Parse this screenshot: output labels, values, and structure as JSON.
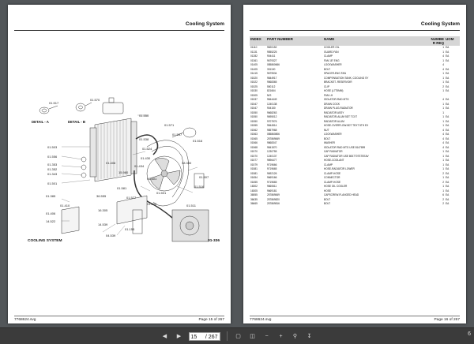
{
  "left_page": {
    "title": "Cooling System",
    "caption": "COOLING SYSTEM",
    "code": "01-336",
    "footer_left": "7768624.svg",
    "footer_right": "Page 15 of 267",
    "detail_a": "DETAIL - A",
    "detail_b": "DETAIL - B",
    "callouts": [
      "01.517",
      "01.570",
      "01.550",
      "01.503",
      "01.556",
      "01.353",
      "01.352",
      "01.343",
      "01.501",
      "01.571",
      "01.537",
      "01.538",
      "01.524",
      "01.406",
      "15.980",
      "01.581",
      "01.430",
      "01.434",
      "38.350",
      "01.516",
      "01.601",
      "36.555",
      "01.410",
      "01.501",
      "01.577",
      "01.579",
      "16.305",
      "14.539",
      "01.155",
      "04.539",
      "01.385",
      "01.406",
      "14.522",
      "01.511",
      "01.516",
      "01.507"
    ]
  },
  "right_page": {
    "title": "Cooling System",
    "footer_left": "7768624.svg",
    "footer_right": "Page 16 of 267",
    "columns": {
      "index": "INDEX",
      "part": "PART NUMBER",
      "name": "NAME",
      "qty": "NUMBE R REQ",
      "uom": "UOM"
    },
    "rows": [
      [
        "01110",
        "9820152",
        "COOLER OIL",
        "1",
        "EA"
      ],
      [
        "01131",
        "9555225",
        "GUARD FAN",
        "1",
        "EA"
      ],
      [
        "01282",
        "904411",
        "CLAMP",
        "4",
        "EA"
      ],
      [
        "01361",
        "9679327",
        "FAN 18\" ENG",
        "1",
        "EA"
      ],
      [
        "01405",
        "085860666",
        "LOCKWASHER",
        "4",
        ""
      ],
      [
        "01405",
        "331100",
        "BOLT",
        "4",
        "EA"
      ],
      [
        "01415",
        "9679534",
        "SPACER-ENG FAN",
        "1",
        "EA"
      ],
      [
        "01520",
        "9844917",
        "COMPENSATION TANK, COOLING SY",
        "1",
        "EA"
      ],
      [
        "01522",
        "9568365",
        "BRACKET- RESERVOIR",
        "1",
        "EA"
      ],
      [
        "01525",
        "550112",
        "CLIP",
        "2",
        "EA"
      ],
      [
        "01530",
        "821664",
        "HOSE (L775MM)",
        "1",
        "EA"
      ],
      [
        "01505",
        "N/S",
        "FAN LH",
        "",
        ""
      ],
      [
        "01537",
        "9844449",
        "ISOLATOR-RAD MTG",
        "4",
        "EA"
      ],
      [
        "01547",
        "1240138",
        "DRAIN COCK",
        "1",
        "EA"
      ],
      [
        "01547",
        "904150",
        "DRAIN PLUG-RADIATOR",
        "1",
        "EA"
      ],
      [
        "01550",
        "9668263",
        "RADIATOR ASSY",
        "1",
        ""
      ],
      [
        "01550",
        "9695012",
        "RADIATOR-ALUM 5DT TCXT",
        "1",
        "EA"
      ],
      [
        "01550",
        "9707976",
        "RADIATOR ALUM",
        "1",
        "EA"
      ],
      [
        "01555",
        "9844514",
        "HOSE-OVERFLOW-5DT TEXT 5TH EX",
        "1",
        "EA"
      ],
      [
        "01562",
        "9857968",
        "NUT",
        "4",
        "EA"
      ],
      [
        "01563",
        "085860806",
        "LOCKWASHER",
        "4",
        "EA"
      ],
      [
        "01565",
        "257869849",
        "BOLT",
        "4",
        "EA"
      ],
      [
        "01566",
        "9868347",
        "WASHER",
        "4",
        "EA"
      ],
      [
        "01568",
        "9841570",
        "ISOLATOR RAD MTG USE 8147899",
        "4",
        "EA"
      ],
      [
        "01570",
        "1230755",
        "CAP RADIATOR",
        "1",
        "EA"
      ],
      [
        "01570",
        "1240137",
        "CAP RADIATOR USE 8007707STEEAV",
        "1",
        "EA"
      ],
      [
        "01577",
        "9896477",
        "HOSE-COOLANT",
        "1",
        "EA"
      ],
      [
        "01579",
        "9719666",
        "CLAMP",
        "1",
        "EA"
      ],
      [
        "01581",
        "9719665",
        "HOSE-RADIATOR LOWER",
        "1",
        "EA"
      ],
      [
        "01581",
        "9692126",
        "CLAMP-HOSE",
        "2",
        "EA"
      ],
      [
        "01654",
        "9669166",
        "CONNECTOR",
        "1",
        "EA"
      ],
      [
        "01655",
        "9719665",
        "CLAMP-HOSE",
        "2",
        "EA"
      ],
      [
        "16302",
        "9660611",
        "HOSE OIL COOLER",
        "1",
        "EA"
      ],
      [
        "16305",
        "9669181",
        "HOSE",
        "1",
        "EA"
      ],
      [
        "36555",
        "257869849",
        "CAPSCREW-FLANGED HEAD",
        "6",
        "EA"
      ],
      [
        "36635",
        "257869820",
        "BOLT",
        "2",
        "EA"
      ],
      [
        "36665",
        "257869816",
        "BOLT",
        "2",
        "EA"
      ]
    ]
  },
  "toolbar": {
    "current_page": "15",
    "total_pages": "/ 267",
    "right_text": "6"
  }
}
